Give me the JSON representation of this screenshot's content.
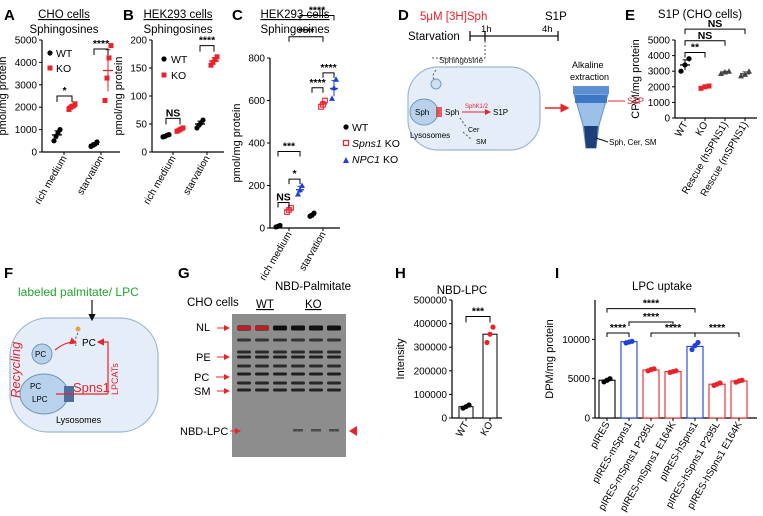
{
  "panel_letters": [
    "A",
    "B",
    "C",
    "D",
    "E",
    "F",
    "G",
    "H",
    "I"
  ],
  "colors": {
    "wt": "#000000",
    "ko": "#e8232a",
    "npc1": "#1f3fd8",
    "rescue": "#444444"
  },
  "chart_data": [
    {
      "id": "A",
      "type": "scatter",
      "title": "CHO cells",
      "subtitle": "Sphingosines",
      "ylabel": "pmol/mg protein",
      "ylim": [
        0,
        5000
      ],
      "yticks": [
        0,
        1000,
        2000,
        3000,
        4000,
        5000
      ],
      "categories": [
        "rich medium",
        "starvation"
      ],
      "series": [
        {
          "name": "WT",
          "values": [
            [
              500,
              700,
              850,
              1000
            ],
            [
              250,
              300,
              350,
              450
            ]
          ]
        },
        {
          "name": "KO",
          "values": [
            [
              1900,
              2000,
              2050,
              2150
            ],
            [
              2300,
              3300,
              4200,
              4750
            ]
          ]
        }
      ],
      "significance": [
        "*",
        "****"
      ]
    },
    {
      "id": "B",
      "type": "scatter",
      "title": "HEK293 cells",
      "subtitle": "Sphingosines",
      "ylabel": "pmol/mg protein",
      "ylim": [
        0,
        200
      ],
      "yticks": [
        0,
        50,
        100,
        150,
        200
      ],
      "categories": [
        "rich medium",
        "starvation"
      ],
      "series": [
        {
          "name": "WT",
          "values": [
            [
              27,
              28,
              30,
              31
            ],
            [
              43,
              48,
              52,
              57
            ]
          ]
        },
        {
          "name": "KO",
          "values": [
            [
              37,
              39,
              41,
              43
            ],
            [
              155,
              160,
              165,
              170
            ]
          ]
        }
      ],
      "significance": [
        "NS",
        "****"
      ]
    },
    {
      "id": "C",
      "type": "scatter",
      "title": "HEK293 cells",
      "subtitle": "Sphingosines",
      "ylabel": "pmol/mg protein",
      "ylim": [
        0,
        800
      ],
      "yticks": [
        0,
        200,
        400,
        600,
        800
      ],
      "categories": [
        "rich medium",
        "starvation"
      ],
      "series": [
        {
          "name": "WT",
          "values": [
            [
              5,
              8,
              12
            ],
            [
              55,
              60,
              70
            ]
          ]
        },
        {
          "name": "Spns1 KO",
          "values": [
            [
              75,
              85,
              95
            ],
            [
              570,
              580,
              600
            ]
          ]
        },
        {
          "name": "NPC1 KO",
          "values": [
            [
              160,
              180,
              200
            ],
            [
              610,
              660,
              700
            ]
          ]
        }
      ],
      "significance": [
        "NS",
        "*",
        "***",
        "****",
        "****",
        "****",
        "****"
      ]
    },
    {
      "id": "E",
      "type": "scatter",
      "title": "S1P (CHO cells)",
      "ylabel": "CPM/mg protein",
      "ylim": [
        0,
        5000
      ],
      "yticks": [
        0,
        1000,
        2000,
        3000,
        4000,
        5000
      ],
      "categories": [
        "WT",
        "KO",
        "Rescue (hSPNS1)",
        "Rescue (mSPNS1)"
      ],
      "series": [
        {
          "name": "",
          "values": [
            [
              3000,
              3400,
              3800
            ],
            [
              1900,
              2000,
              2050
            ],
            [
              2850,
              2950,
              3000
            ],
            [
              2700,
              2800,
              3000
            ]
          ]
        }
      ],
      "significance": [
        "**",
        "NS",
        "NS"
      ]
    },
    {
      "id": "H",
      "type": "bar",
      "title": "NBD-LPC",
      "ylabel": "Intensity",
      "ylim": [
        0,
        500000
      ],
      "yticks": [
        0,
        100000,
        200000,
        300000,
        400000,
        500000
      ],
      "categories": [
        "WT",
        "KO"
      ],
      "values": [
        48000,
        355000
      ],
      "points": [
        [
          42000,
          48000,
          55000
        ],
        [
          320000,
          355000,
          385000
        ]
      ],
      "significance": [
        "***"
      ]
    },
    {
      "id": "I",
      "type": "bar",
      "title": "LPC uptake",
      "ylabel": "DPM/mg protein",
      "ylim": [
        0,
        15000
      ],
      "yticks": [
        0,
        5000,
        10000
      ],
      "categories": [
        "pIRES",
        "pIRES-mSpns1",
        "pIRES-mSpns1 P295L",
        "pIRES-mSpns1 E164K",
        "pIRES-hSpns1",
        "pIRES-hSpns1 P295L",
        "pIRES-hSpns1 E164K"
      ],
      "values": [
        4800,
        9700,
        6100,
        5900,
        9100,
        4300,
        4700
      ],
      "points": [
        [
          4600,
          4800,
          5000
        ],
        [
          9550,
          9650,
          9750
        ],
        [
          6000,
          6150,
          6250
        ],
        [
          5800,
          5900,
          6000
        ],
        [
          8700,
          9200,
          9600
        ],
        [
          4150,
          4300,
          4450
        ],
        [
          4550,
          4700,
          4800
        ]
      ],
      "significance": [
        "****",
        "****",
        "****",
        "****",
        "****"
      ]
    }
  ],
  "legend_A": {
    "wt": "WT",
    "ko": "KO"
  },
  "legend_B": {
    "wt": "WT",
    "ko": "KO"
  },
  "legend_C": {
    "wt": "WT",
    "spns1": "Spns1 KO",
    "spns1_italic": "Spns1",
    "ko_suffix": "KO",
    "npc1": "NPC1 KO",
    "npc1_italic": "NPC1"
  },
  "diagram_D": {
    "top_label": "5μM [3H]Sph",
    "s1p": "S1P",
    "starvation": "Starvation",
    "t1": "1h",
    "t2": "4h",
    "sphingosine": "Sphingosine",
    "sph_a": "Sph",
    "sph_b": "Sph",
    "sphk": "SphK1/2",
    "s1p_arrow": "S1P",
    "lysosomes": "Lysosomes",
    "cer": "Cer",
    "sm": "SM",
    "alkaline": "Alkaline",
    "extraction": "extraction",
    "out_s1p": "S1P",
    "out_rest": "Sph, Cer, SM"
  },
  "diagram_F": {
    "labeled": "labeled palmitate/ LPC",
    "pc_top": "PC",
    "pc_mid": "PC",
    "pc_inner": "PC",
    "lpc": "LPC",
    "recycling": "Recycling",
    "spns1": "Spns1",
    "lpcats": "LPCATs",
    "lysosomes": "Lysosomes"
  },
  "gel_G": {
    "title": "NBD-Palmitate",
    "cells": "CHO cells",
    "wt": "WT",
    "ko": "KO",
    "nl": "NL",
    "pe": "PE",
    "pc": "PC",
    "sm": "SM",
    "nbd_lpc": "NBD-LPC"
  }
}
